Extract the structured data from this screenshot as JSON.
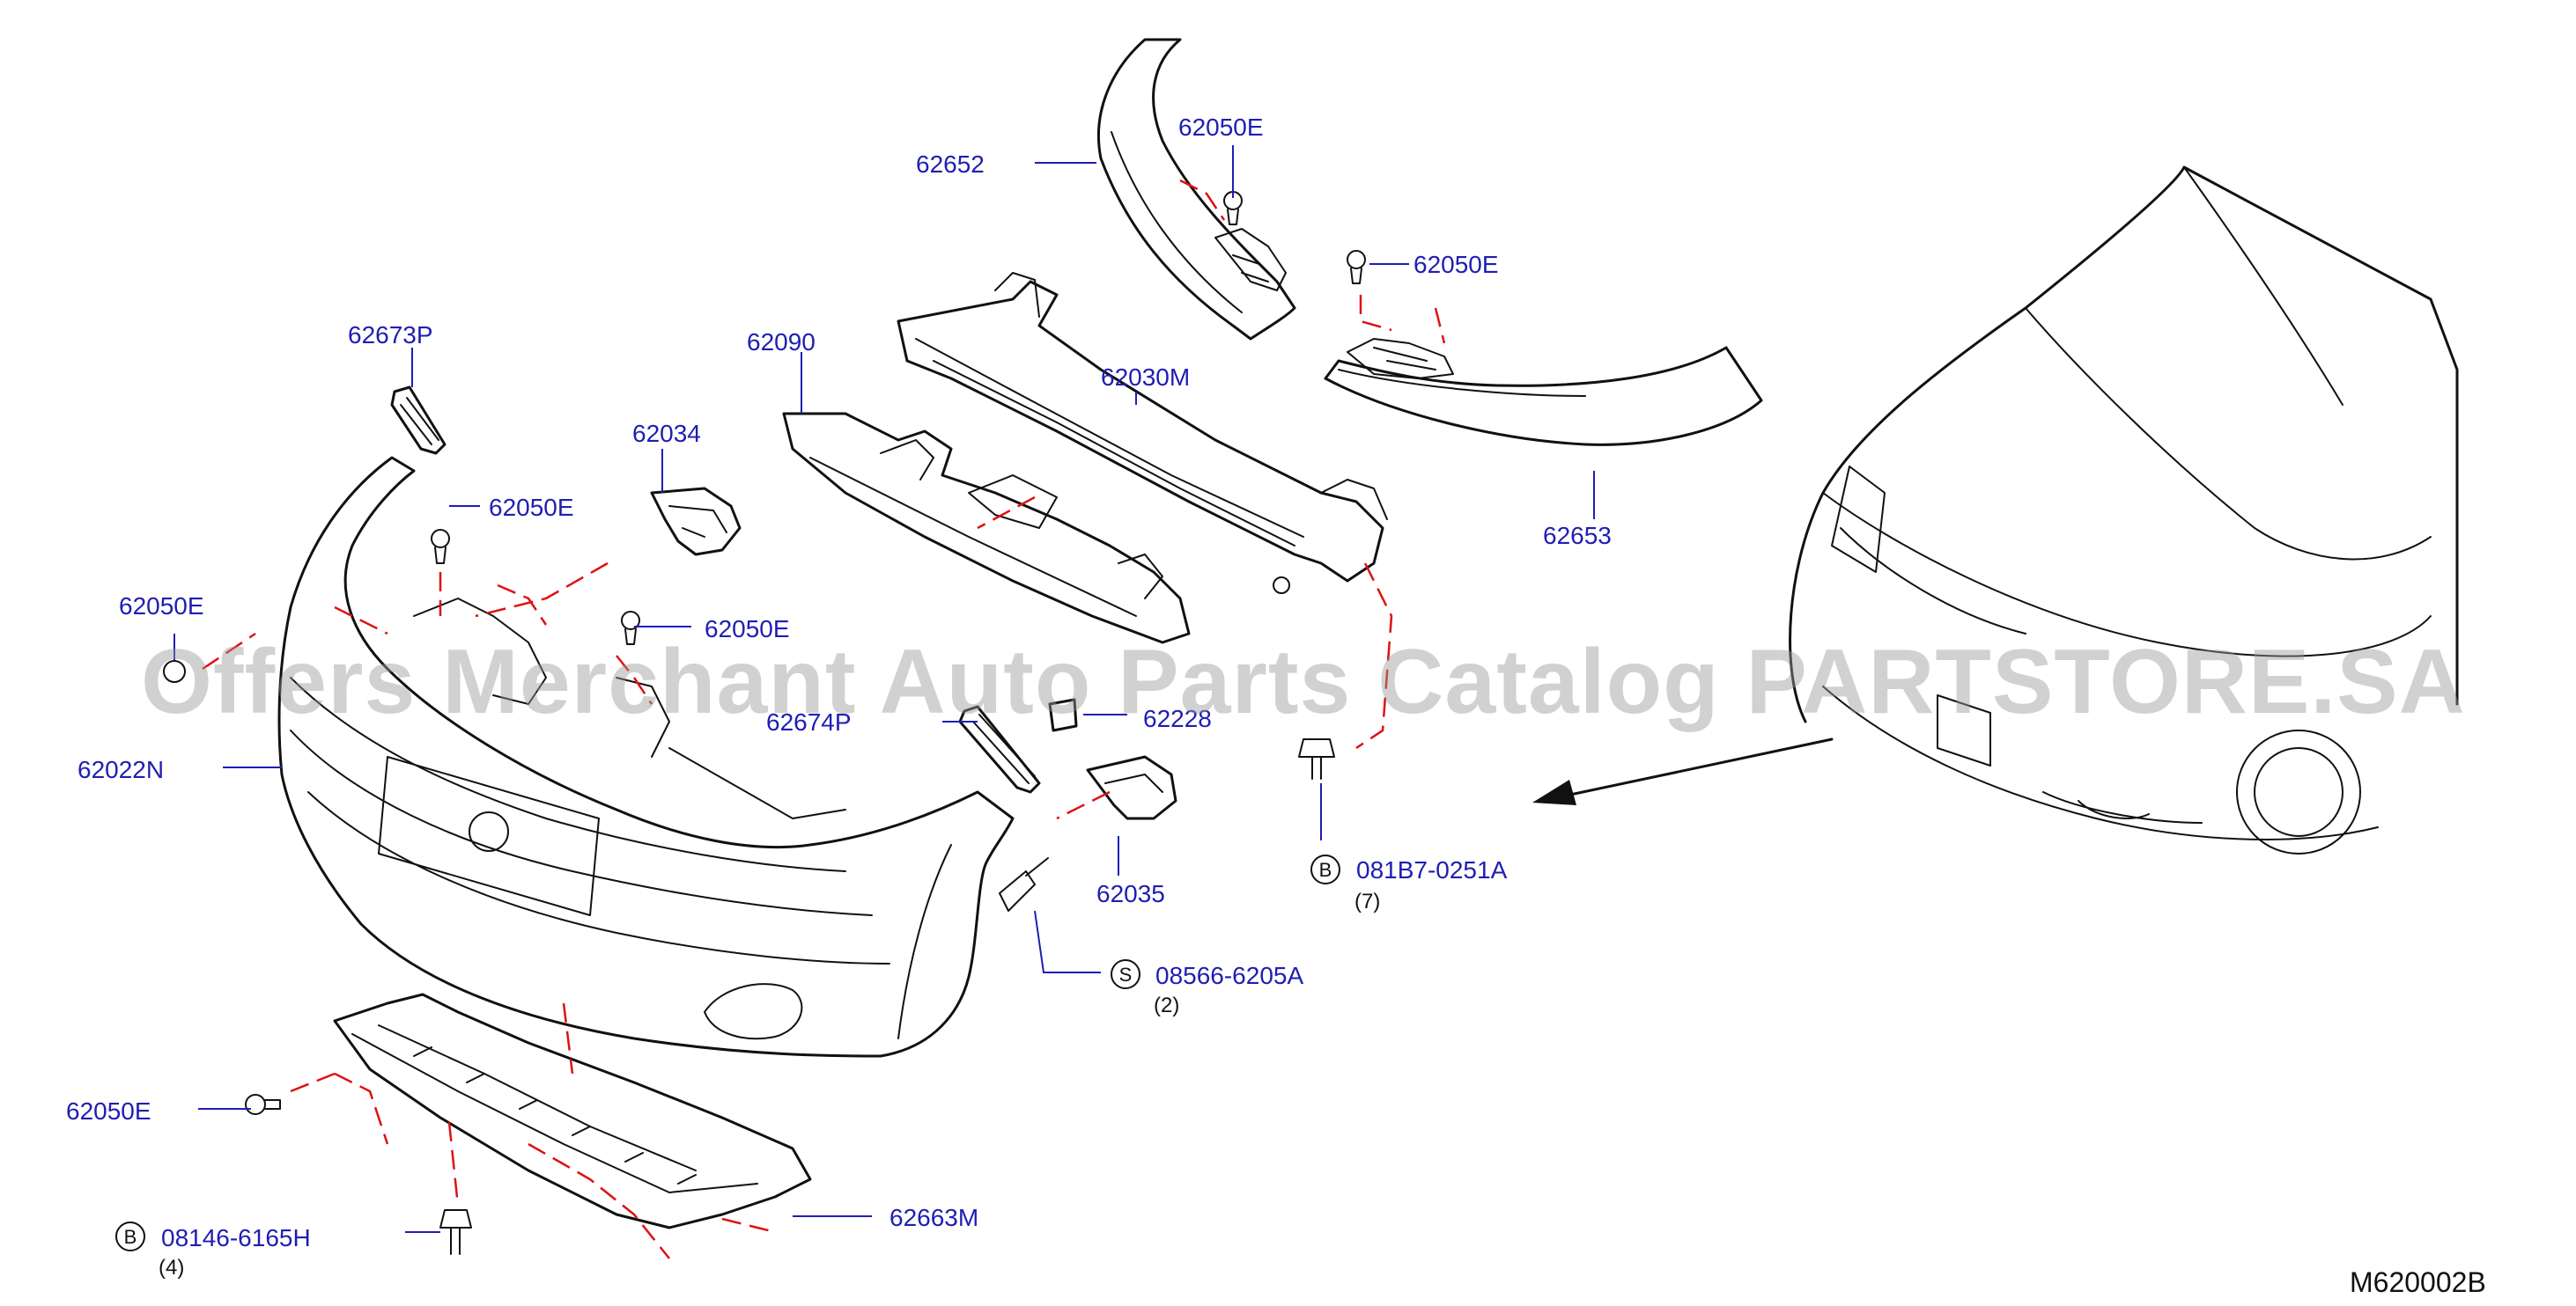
{
  "parts": [
    {
      "id": "p62652",
      "label": "62652"
    },
    {
      "id": "p62050E_a",
      "label": "62050E"
    },
    {
      "id": "p62050E_b",
      "label": "62050E"
    },
    {
      "id": "p62673P",
      "label": "62673P"
    },
    {
      "id": "p62090",
      "label": "62090"
    },
    {
      "id": "p62030M",
      "label": "62030M"
    },
    {
      "id": "p62034",
      "label": "62034"
    },
    {
      "id": "p62050E_c",
      "label": "62050E"
    },
    {
      "id": "p62653",
      "label": "62653"
    },
    {
      "id": "p62050E_d",
      "label": "62050E"
    },
    {
      "id": "p62050E_e",
      "label": "62050E"
    },
    {
      "id": "p62674P",
      "label": "62674P"
    },
    {
      "id": "p62228",
      "label": "62228"
    },
    {
      "id": "p62022N",
      "label": "62022N"
    },
    {
      "id": "p62035",
      "label": "62035"
    },
    {
      "id": "p081B7",
      "label": "081B7-0251A",
      "prefix": "B",
      "qty": "(7)"
    },
    {
      "id": "p08566",
      "label": "08566-6205A",
      "prefix": "S",
      "qty": "(2)"
    },
    {
      "id": "p62050E_f",
      "label": "62050E"
    },
    {
      "id": "p62663M",
      "label": "62663M"
    },
    {
      "id": "p08146",
      "label": "08146-6165H",
      "prefix": "B",
      "qty": "(4)"
    }
  ],
  "diagram_code": "M620002B",
  "watermark": "Offers Merchant Auto Parts Catalog PARTSTORE.SA",
  "colors": {
    "label": "#1e1eb4",
    "outline": "#111111",
    "guide": "#e01010",
    "watermark": "#9a9a9a"
  }
}
